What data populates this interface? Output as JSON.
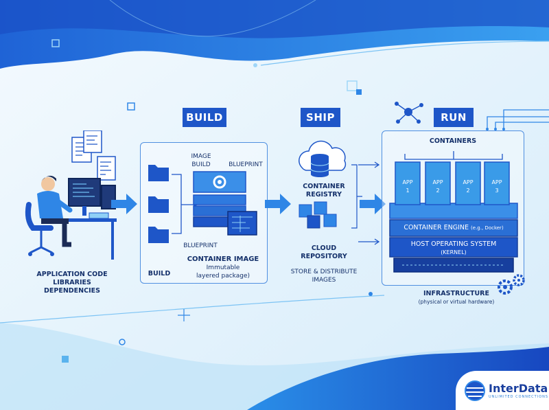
{
  "stages": {
    "build": "BUILD",
    "ship": "SHIP",
    "run": "RUN"
  },
  "developer": {
    "line1": "APPLICATION CODE",
    "line2": "LIBRARIES",
    "line3": "DEPENDENCIES"
  },
  "build_panel": {
    "image_build": "IMAGE\nBUILD",
    "blueprint_top": "BLUEPRINT",
    "blueprint_bottom": "BLUEPRINT",
    "container_image": "CONTAINER IMAGE",
    "container_image_sub": "Immutable\nlayered package)",
    "footer": "BUILD"
  },
  "ship_panel": {
    "registry": "CONTAINER\nREGISTRY",
    "cloud_repo": "CLOUD\nREPOSITORY",
    "store": "STORE & DISTRIBUTE\nIMAGES"
  },
  "run_panel": {
    "containers": "CONTAINERS",
    "apps": [
      "APP\n1",
      "APP\n2",
      "APP\n2",
      "APP\n3"
    ],
    "engine": "CONTAINER ENGINE",
    "engine_sub": "(e.g., Docker)",
    "host_os": "HOST OPERATING SYSTEM",
    "kernel": "(KERNEL)",
    "infra": "INFRASTRUCTURE",
    "infra_sub": "(physical or virtual hardware)"
  },
  "logo": {
    "name": "InterData",
    "tagline": "UNLIMITED CONNECTIONS"
  },
  "colors": {
    "primary": "#1e56c8",
    "accent": "#2f86e6",
    "light": "#eaf5fc"
  }
}
